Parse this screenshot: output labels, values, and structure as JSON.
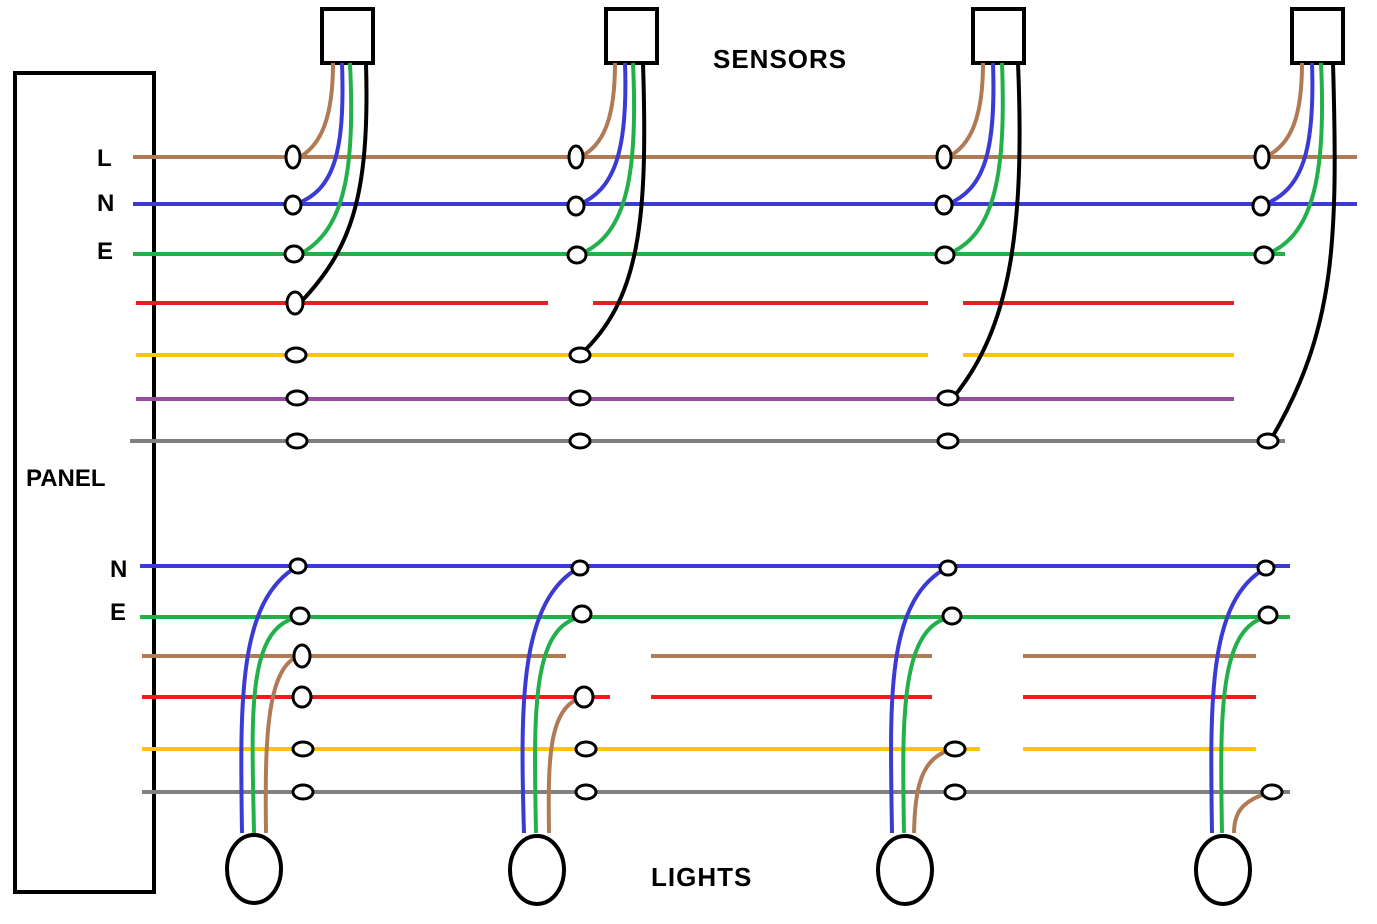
{
  "labels": {
    "sensors": "SENSORS",
    "panel": "PANEL",
    "lights": "LIGHTS",
    "supply_l": "L",
    "supply_n": "N",
    "supply_e": "E",
    "lights_n": "N",
    "lights_e": "E"
  },
  "colors": {
    "live_brown": "#b07a55",
    "neutral_blue": "#3b3bd4",
    "earth_green": "#22b04a",
    "red": "#ee1c1c",
    "yellow": "#ffc40a",
    "purple": "#9b4aa4",
    "grey": "#808080",
    "black": "#000000"
  },
  "sensors": [
    {
      "name": "sensor-1",
      "switched_line": "red"
    },
    {
      "name": "sensor-2",
      "switched_line": "yellow"
    },
    {
      "name": "sensor-3",
      "switched_line": "purple"
    },
    {
      "name": "sensor-4",
      "switched_line": "grey"
    }
  ],
  "lights": [
    {
      "name": "light-1",
      "feed_line": "brown"
    },
    {
      "name": "light-2",
      "feed_line": "red"
    },
    {
      "name": "light-3",
      "feed_line": "yellow"
    },
    {
      "name": "light-4",
      "feed_line": "grey"
    }
  ]
}
